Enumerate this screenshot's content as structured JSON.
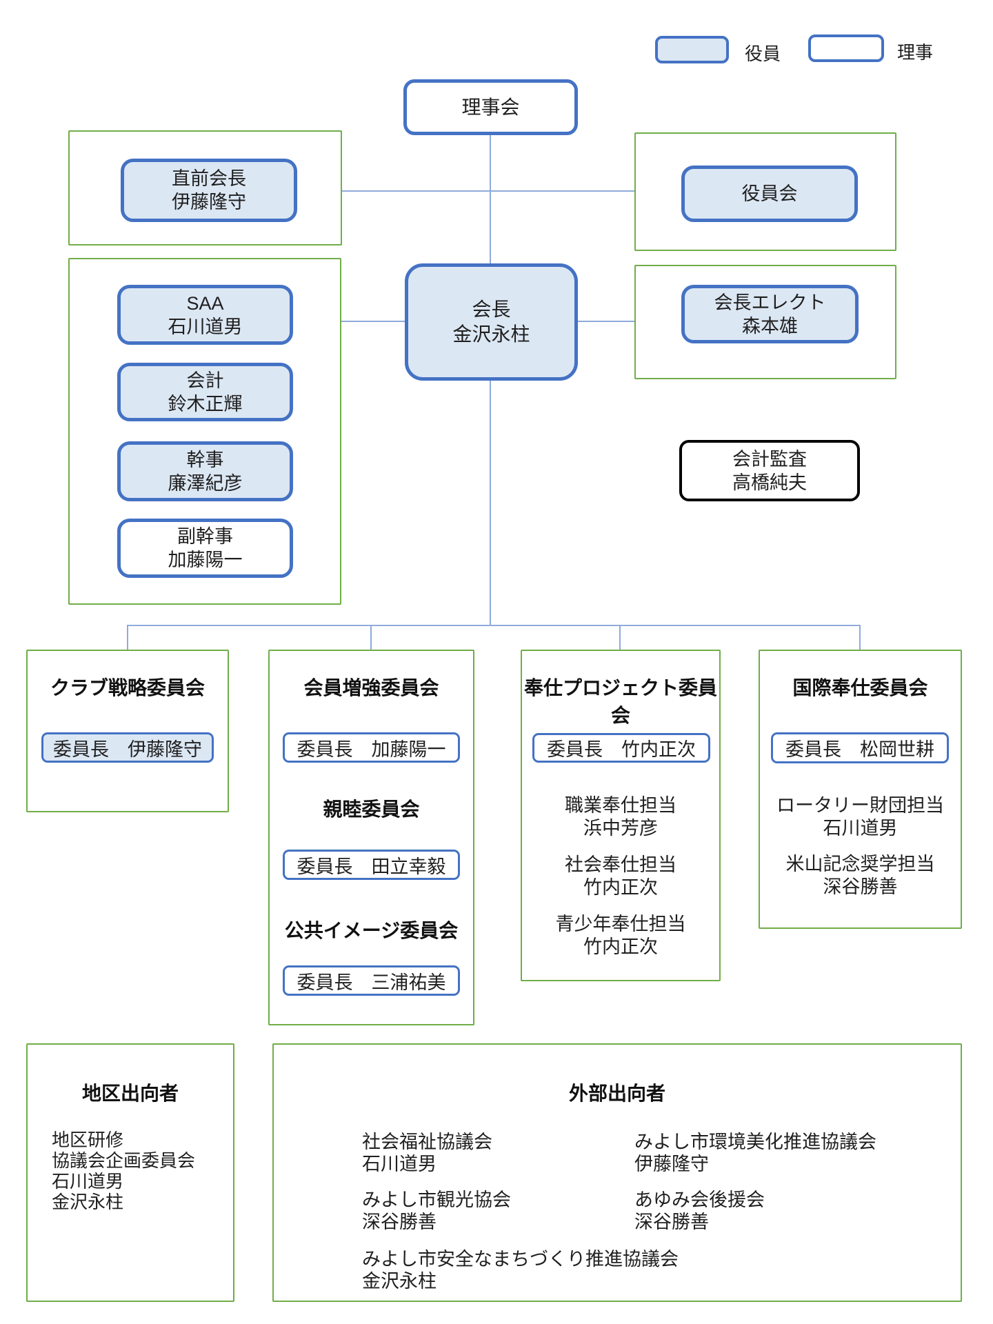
{
  "legend": {
    "officer": "役員",
    "director": "理事"
  },
  "colors": {
    "box_border_blue": "#4472C4",
    "box_fill_light_blue": "#DCE7F4",
    "group_border_green": "#70AD47",
    "connector_blue": "#8FAADC",
    "audit_border_black": "#000000"
  },
  "nodes": {
    "board": {
      "title": "理事会"
    },
    "past_president": {
      "role": "直前会長",
      "name": "伊藤隆守"
    },
    "officers_council": {
      "title": "役員会"
    },
    "president": {
      "role": "会長",
      "name": "金沢永柱"
    },
    "saa": {
      "role": "SAA",
      "name": "石川道男"
    },
    "accountant": {
      "role": "会計",
      "name": "鈴木正輝"
    },
    "secretary": {
      "role": "幹事",
      "name": "廉澤紀彦"
    },
    "assistant_secretary": {
      "role": "副幹事",
      "name": "加藤陽一"
    },
    "president_elect": {
      "role": "会長エレクト",
      "name": "森本雄"
    },
    "accounting_audit": {
      "role": "会計監査",
      "name": "高橋純夫"
    }
  },
  "committees": {
    "club_strategy": {
      "title": "クラブ戦略委員会",
      "chair": "委員長　伊藤隆守"
    },
    "membership": {
      "title": "会員増強委員会",
      "chair": "委員長　加藤陽一"
    },
    "fellowship": {
      "title": "親睦委員会",
      "chair": "委員長　田立幸毅"
    },
    "public_image": {
      "title": "公共イメージ委員会",
      "chair": "委員長　三浦祐美"
    },
    "service_projects": {
      "title": "奉仕プロジェクト委員会",
      "chair": "委員長　竹内正次",
      "members": [
        {
          "role": "職業奉仕担当",
          "name": "浜中芳彦"
        },
        {
          "role": "社会奉仕担当",
          "name": "竹内正次"
        },
        {
          "role": "青少年奉仕担当",
          "name": "竹内正次"
        }
      ]
    },
    "international_service": {
      "title": "国際奉仕委員会",
      "chair": "委員長　松岡世耕",
      "members": [
        {
          "role": "ロータリー財団担当",
          "name": "石川道男"
        },
        {
          "role": "米山記念奨学担当",
          "name": "深谷勝善"
        }
      ]
    }
  },
  "district_delegates": {
    "title": "地区出向者",
    "lines": [
      "地区研修",
      "協議会企画委員会",
      "石川道男",
      "金沢永柱"
    ]
  },
  "external_delegates": {
    "title": "外部出向者",
    "left": [
      {
        "org": "社会福祉協議会",
        "name": "石川道男"
      },
      {
        "org": "みよし市観光協会",
        "name": "深谷勝善"
      },
      {
        "org": "みよし市安全なまちづくり推進協議会",
        "name": "金沢永柱"
      }
    ],
    "right": [
      {
        "org": "みよし市環境美化推進協議会",
        "name": "伊藤隆守"
      },
      {
        "org": "あゆみ会後援会",
        "name": "深谷勝善"
      }
    ]
  }
}
